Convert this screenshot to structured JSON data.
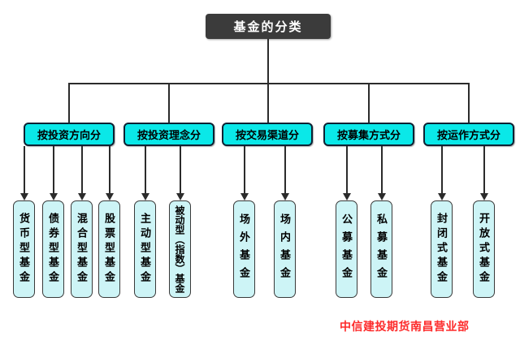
{
  "title": "基金的分类",
  "tree": {
    "groups": [
      {
        "label": "按投资方向分",
        "children": [
          "货币型基金",
          "债券型基金",
          "混合型基金",
          "股票型基金"
        ]
      },
      {
        "label": "按投资理念分",
        "children": [
          "主动型基金",
          "被动型（指数）基金"
        ]
      },
      {
        "label": "按交易渠道分",
        "children": [
          "场外基金",
          "场内基金"
        ]
      },
      {
        "label": "按募集方式分",
        "children": [
          "公募基金",
          "私募基金"
        ]
      },
      {
        "label": "按运作方式分",
        "children": [
          "封闭式基金",
          "开放式基金"
        ]
      }
    ]
  },
  "footer": {
    "credit": "中信建投期货南昌营业部"
  },
  "colors": {
    "root_bg": "#3b3b3b",
    "root_fg": "#ffffff",
    "category_bg": "#0ae8e8",
    "category_border": "#0e2233",
    "leaf_bg": "#cdf4f6",
    "leaf_border": "#3a3a3a",
    "line": "#2b2b2b",
    "credit": "#fd2b2b"
  }
}
